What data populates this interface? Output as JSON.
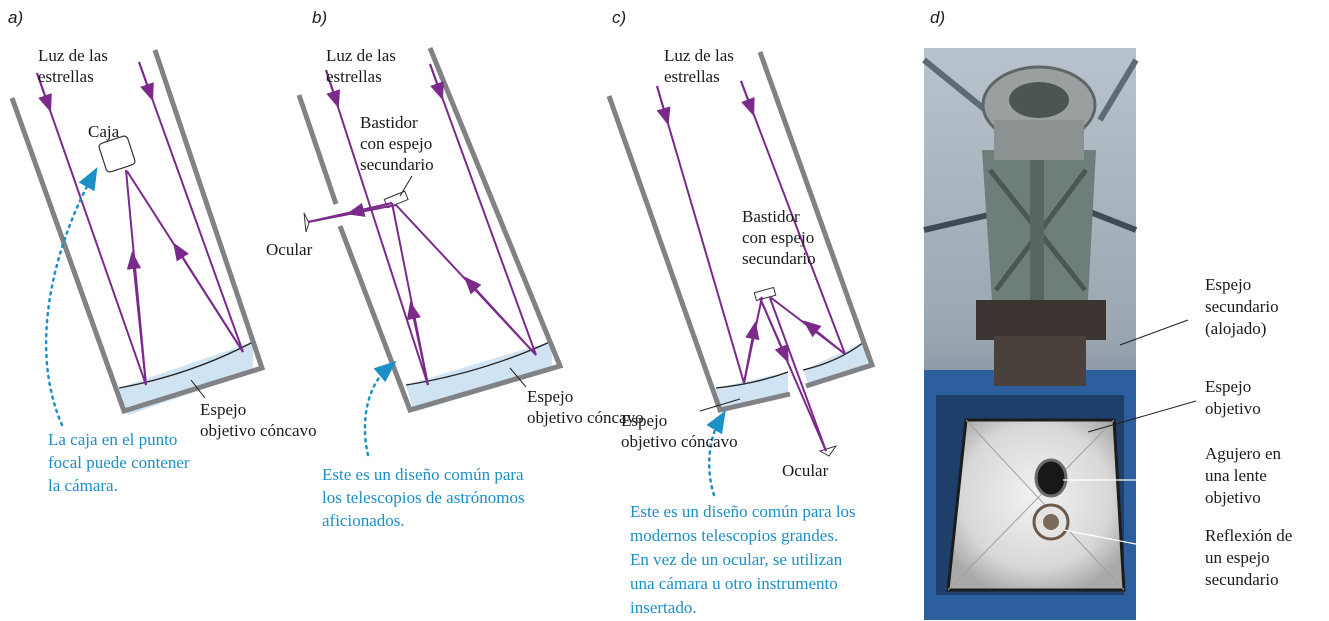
{
  "panels": {
    "a": {
      "label": "a)",
      "starlight": "Luz de las\nestrellas",
      "box": "Caja",
      "mirror": "Espejo\nobjetivo cóncavo",
      "caption": "La caja en el punto\nfocal puede contener\nla cámara."
    },
    "b": {
      "label": "b)",
      "starlight": "Luz de las\nestrellas",
      "frame": "Bastidor\ncon espejo\nsecundario",
      "eyepiece": "Ocular",
      "mirror": "Espejo\nobjetivo cóncavo",
      "caption": "Este es un diseño común para\nlos telescopios de astrónomos\naficionados."
    },
    "c": {
      "label": "c)",
      "starlight": "Luz de las\nestrellas",
      "frame": "Bastidor\ncon espejo\nsecundario",
      "mirror": "Espejo\nobjetivo cóncavo",
      "eyepiece": "Ocular",
      "caption": "Este es un diseño común para los\nmodernos telescopios grandes.\nEn vez de un ocular, se utilizan\nuna cámara u otro instrumento\ninsertado."
    },
    "d": {
      "label": "d)",
      "secondary": "Espejo\nsecundario\n(alojado)",
      "objective": "Espejo\nobjetivo",
      "hole": "Agujero en\nuna lente\nobjetivo",
      "reflection": "Reflexión de\nun espejo\nsecundario"
    }
  },
  "colors": {
    "ray": "#7b2a8c",
    "tube": "#808285",
    "mirror_fill": "#cfe3f3",
    "caption": "#1b8fc6",
    "leader": "#1b8fc6"
  }
}
